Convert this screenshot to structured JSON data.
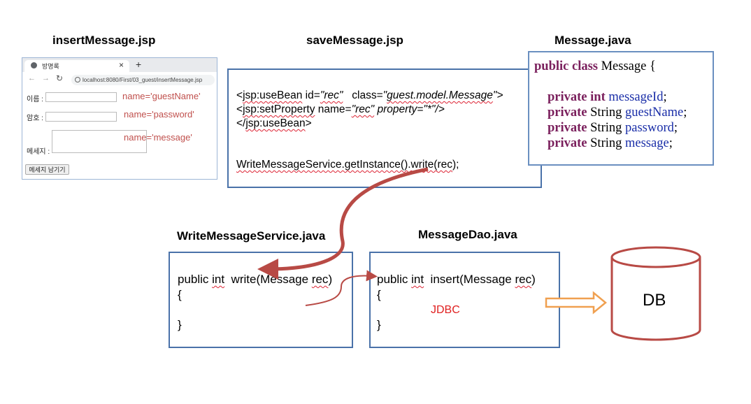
{
  "titles": {
    "insert": "insertMessage.jsp",
    "save": "saveMessage.jsp",
    "message": "Message.java",
    "service": "WriteMessageService.java",
    "dao": "MessageDao.java"
  },
  "browser": {
    "tab_title": "방명록",
    "tab_close": "×",
    "new_tab": "+",
    "url": "localhost:8080/First/03_guest/insertMessage.jsp",
    "fields": [
      {
        "label": "이름 :",
        "hint": "name='guestName'"
      },
      {
        "label": "암호 :",
        "hint": "name='password'"
      },
      {
        "label": "메세지 :",
        "hint": "name='message'"
      }
    ],
    "submit": "메세지 남기기"
  },
  "save_code": {
    "l1_a": "<",
    "l1_b": "jsp:useBean",
    "l1_c": " id=",
    "l1_d": "\"rec\"",
    "l1_e": "   class=",
    "l1_f": "\"",
    "l1_g": "guest.model.Message",
    "l1_h": "\">",
    "l2_a": "<",
    "l2_b": "jsp:setProperty",
    "l2_c": " name=",
    "l2_d": "\"rec\"",
    "l2_e": " property=\"*\"/>",
    "l3_a": "</",
    "l3_b": "jsp:useBean",
    "l3_c": ">",
    "l4_a": "WriteMessageService.getInstance().write(",
    "l4_b": "rec",
    "l4_c": ");"
  },
  "message_code": {
    "l1_kw": "public class",
    "l1_rest": " Message {",
    "fields": [
      {
        "kw": "private",
        "type": " int ",
        "name": "messageId",
        "end": ";"
      },
      {
        "kw": "private",
        "type": " String ",
        "name": "guestName",
        "end": ";"
      },
      {
        "kw": "private",
        "type": " String ",
        "name": "password",
        "end": ";"
      },
      {
        "kw": "private",
        "type": " String ",
        "name": "message",
        "end": ";"
      }
    ]
  },
  "service_code": {
    "l1_a": "public ",
    "l1_b": "int",
    "l1_c": "  write(Message ",
    "l1_d": "rec",
    "l1_e": ")",
    "l2": "{",
    "l3": "}"
  },
  "dao_code": {
    "l1_a": "public ",
    "l1_b": "int",
    "l1_c": "  insert(Message ",
    "l1_d": "rec",
    "l1_e": ")",
    "l2": "{",
    "jdbc": "JDBC",
    "l3": "}"
  },
  "db_label": "DB",
  "colors": {
    "box_border": "#4a72a9",
    "arrow": "#b84a45",
    "db": "#b84a45",
    "hollow_arrow": "#f0a050",
    "keyword": "#7a1f5c",
    "field": "#1a2ea8",
    "jdbc": "#e02020"
  }
}
